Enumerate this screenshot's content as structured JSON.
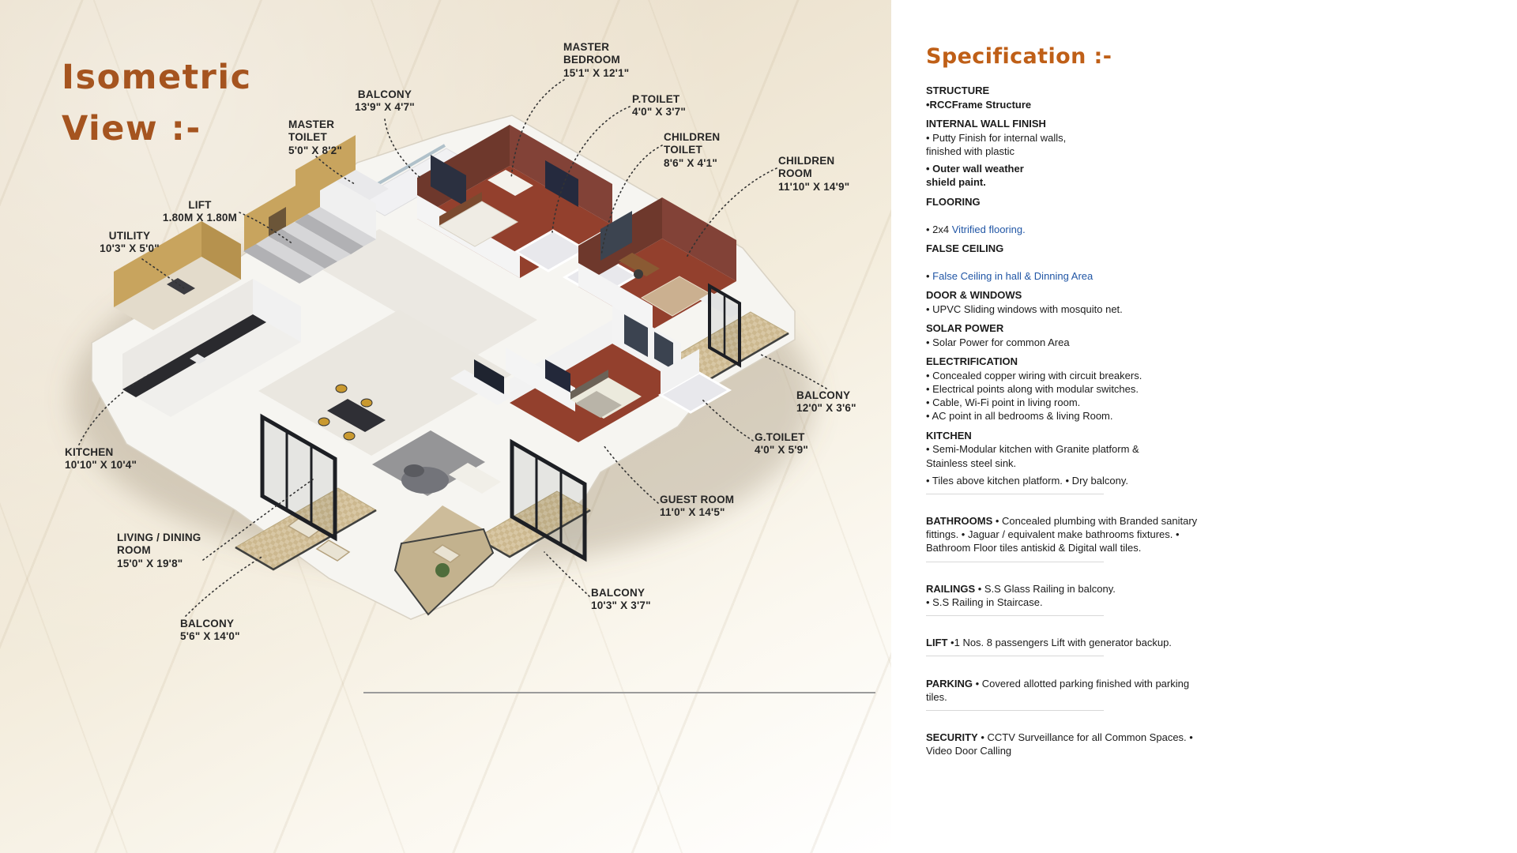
{
  "page": {
    "left_title": "Isometric\nView :-"
  },
  "plan_labels": [
    {
      "id": "master-bedroom",
      "text": "MASTER\nBEDROOM\n15'1\" X 12'1\""
    },
    {
      "id": "balcony-master",
      "text": "BALCONY\n13'9\" X 4'7\""
    },
    {
      "id": "master-toilet",
      "text": "MASTER\nTOILET\n5'0\" X 8'2\""
    },
    {
      "id": "p-toilet",
      "text": "P.TOILET\n4'0\" X 3'7\""
    },
    {
      "id": "children-toilet",
      "text": "CHILDREN\nTOILET\n8'6\" X 4'1\""
    },
    {
      "id": "children-room",
      "text": "CHILDREN\nROOM\n11'10\" X 14'9\""
    },
    {
      "id": "lift",
      "text": "LIFT\n1.80M X 1.80M"
    },
    {
      "id": "utility",
      "text": "UTILITY\n10'3\" X 5'0\""
    },
    {
      "id": "balcony-right",
      "text": "BALCONY\n12'0\" X 3'6\""
    },
    {
      "id": "g-toilet",
      "text": "G.TOILET\n4'0\" X 5'9\""
    },
    {
      "id": "kitchen",
      "text": "KITCHEN\n10'10\" X 10'4\""
    },
    {
      "id": "guest-room",
      "text": "GUEST ROOM\n11'0\" X 14'5\""
    },
    {
      "id": "living-dining",
      "text": "LIVING / DINING\nROOM\n15'0\" X 19'8\""
    },
    {
      "id": "balcony-guest",
      "text": "BALCONY\n10'3\" X 3'7\""
    },
    {
      "id": "balcony-living",
      "text": "BALCONY\n5'6\" X 14'0\""
    }
  ],
  "spec": {
    "title": "Specification :-",
    "structure": {
      "heading": "STRUCTURE",
      "item": "•RCCFrame Structure"
    },
    "internal_wall": {
      "heading": "INTERNAL WALL FINISH",
      "item1": "• Putty Finish for internal walls,\nfinished with plastic",
      "item2": "• Outer wall weather\nshield paint."
    },
    "flooring": {
      "heading": "FLOORING",
      "prefix": "• 2x4 ",
      "link": "Vitrified flooring."
    },
    "false_ceiling": {
      "heading": "FALSE CEILING",
      "prefix": "• ",
      "link": "False Ceiling in hall & Dinning Area"
    },
    "doors": {
      "heading": "DOOR & WINDOWS",
      "item": "• UPVC Sliding windows with mosquito net."
    },
    "solar": {
      "heading": "SOLAR POWER",
      "item": "• Solar Power for common Area"
    },
    "electrification": {
      "heading": "ELECTRIFICATION",
      "items": [
        "• Concealed copper wiring with circuit breakers.",
        "• Electrical points along with modular switches.",
        "• Cable, Wi-Fi point in living room.",
        "• AC point in all bedrooms & living Room."
      ]
    },
    "kitchen": {
      "heading": "KITCHEN",
      "item1": "• Semi-Modular kitchen with Granite platform &\nStainless steel sink.",
      "item2": "• Tiles above kitchen platform. • Dry balcony."
    },
    "bathrooms": {
      "heading": "BATHROOMS",
      "item": " • Concealed plumbing with Branded sanitary fittings. • Jaguar / equivalent make bathrooms fixtures. • Bathroom Floor tiles antiskid & Digital wall tiles."
    },
    "railings": {
      "heading": "RAILINGS",
      "item1": " • S.S Glass Railing in balcony.",
      "item2": "• S.S Railing in Staircase."
    },
    "lift": {
      "heading": "LIFT",
      "item": " •1 Nos. 8 passengers Lift with generator backup."
    },
    "parking": {
      "heading": "PARKING",
      "item": " • Covered allotted parking finished with parking tiles."
    },
    "security": {
      "heading": "SECURITY",
      "item": " • CCTV Surveillance for all Common Spaces. • Video Door Calling"
    }
  }
}
